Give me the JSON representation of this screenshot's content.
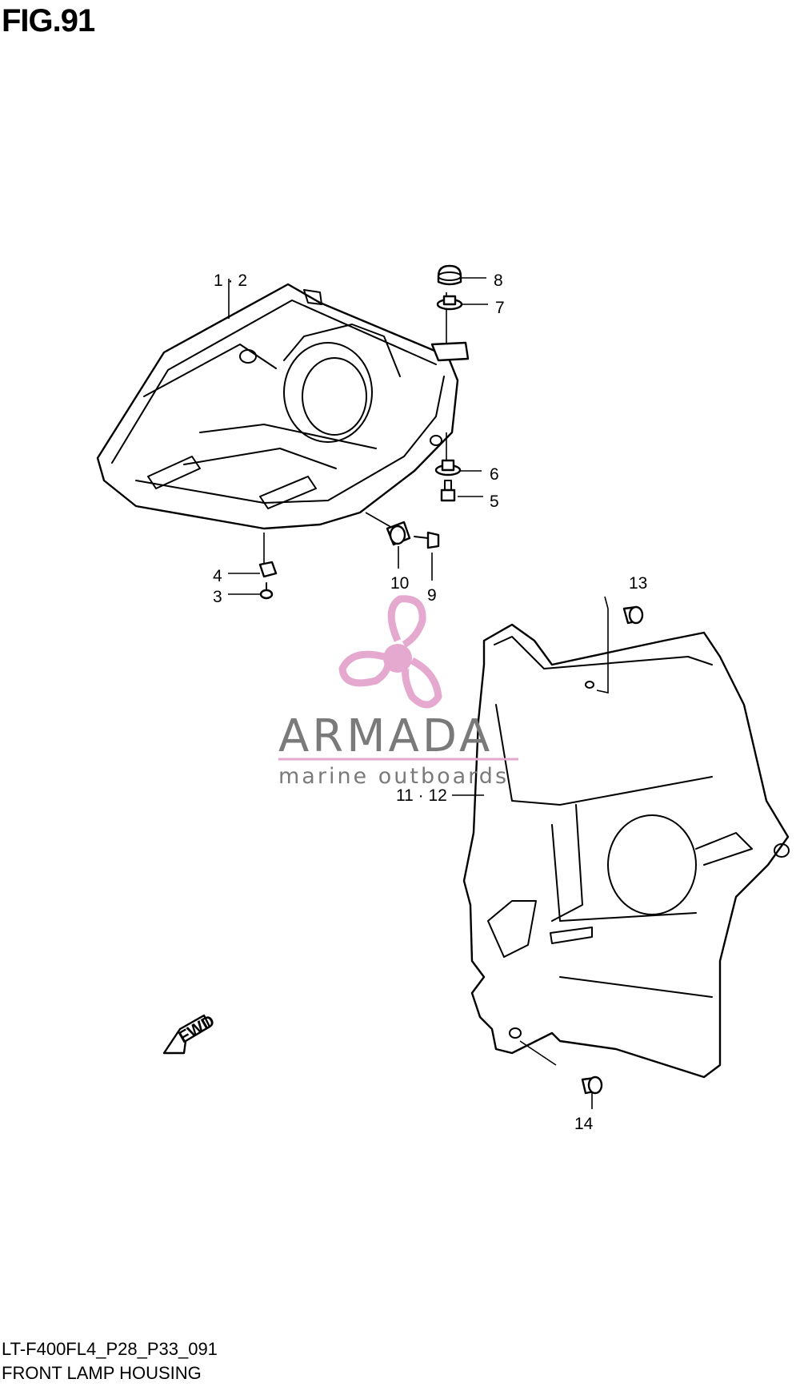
{
  "figure": {
    "title": "FIG.91"
  },
  "callouts": {
    "c1_2": "1 · 2",
    "c3": "3",
    "c4": "4",
    "c5": "5",
    "c6": "6",
    "c7": "7",
    "c8": "8",
    "c9": "9",
    "c10": "10",
    "c11_12": "11 · 12",
    "c13": "13",
    "c14": "14"
  },
  "fwd_label": "FWD",
  "watermark": {
    "brand": "ARMADA",
    "tagline": "marine outboards",
    "logo_color": "#e5a9cf",
    "text_color": "#7a7a7a"
  },
  "footer": {
    "model_code": "LT-F400FL4_P28_P33_091",
    "section_name": "FRONT LAMP HOUSING"
  }
}
